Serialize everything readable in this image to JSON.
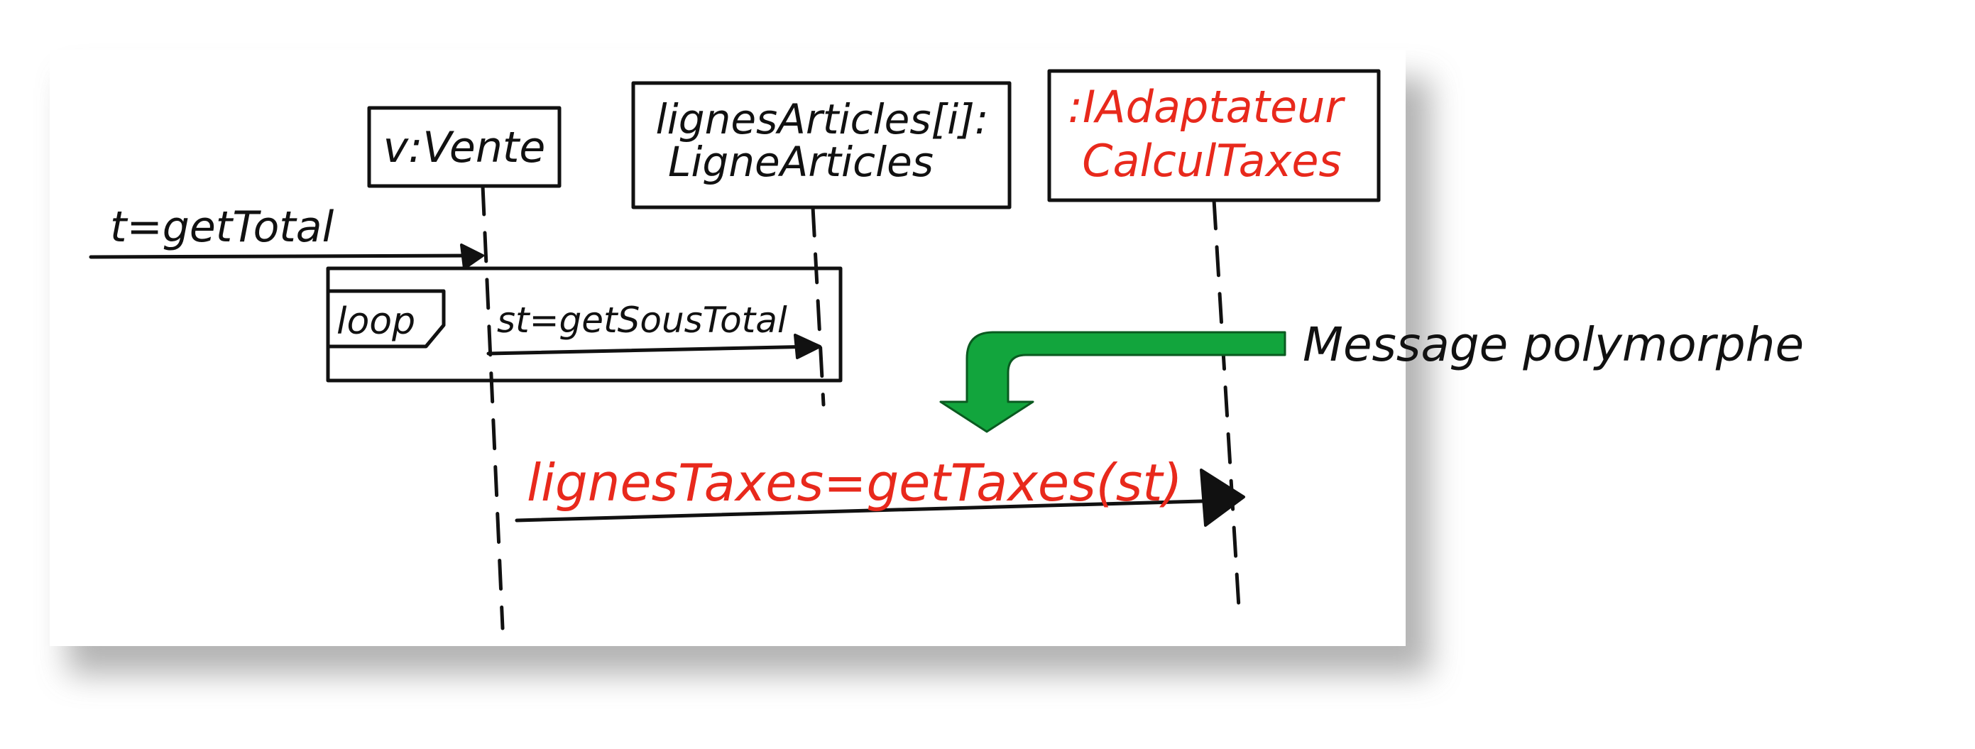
{
  "diagram": {
    "lifelines": {
      "vente": {
        "label": "v:Vente"
      },
      "lignes_articles": {
        "line1": "lignesArticles[i]:",
        "line2": "LigneArticles"
      },
      "adaptateur": {
        "line1": ":IAdaptateur",
        "line2": "CalculTaxes"
      }
    },
    "messages": {
      "get_total": "t=getTotal",
      "get_sous_total": "st=getSousTotal",
      "get_taxes": "lignesTaxes=getTaxes(st)"
    },
    "fragment": {
      "operator": "loop"
    }
  },
  "annotation": {
    "text": "Message polymorphe"
  },
  "colors": {
    "ink": "#111111",
    "highlight": "#e8291c",
    "callout_arrow": "#12a53d",
    "callout_border": "#0a5a20",
    "shadow": "#9a9a9a"
  }
}
